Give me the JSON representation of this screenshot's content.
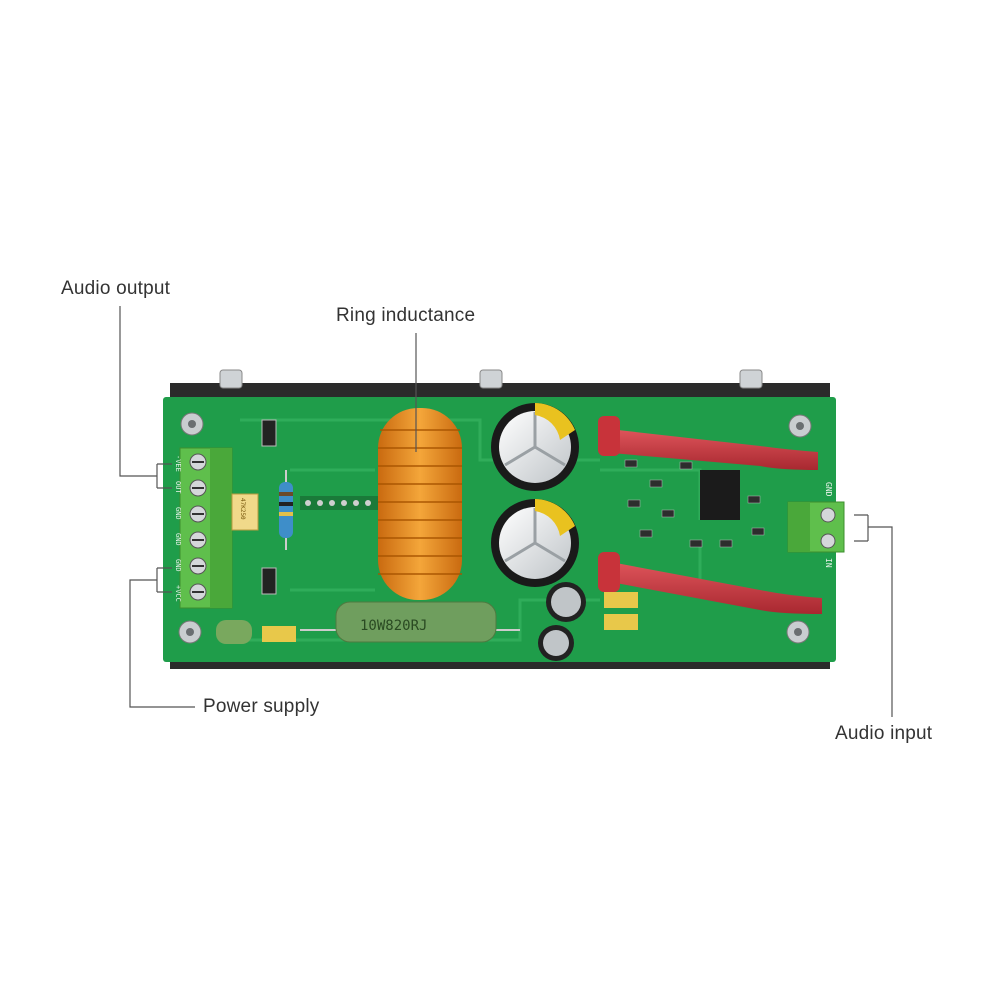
{
  "callouts": {
    "audio_output": "Audio output",
    "ring_inductance": "Ring inductance",
    "power_supply": "Power supply",
    "audio_input": "Audio input"
  },
  "board_silkscreen": {
    "left_terminals": [
      "-VEE",
      "OUT",
      "GND",
      "GND",
      "GND",
      "+VCC"
    ],
    "right_terminals": [
      "GND",
      "IN"
    ],
    "resistor_marking": "10W820RJ",
    "capacitor_marking": "47K250"
  },
  "colors": {
    "pcb": "#1f9d4a",
    "heatsink": "#2a2a2a",
    "terminal": "#5fbf4c",
    "inductor": "#e9891c",
    "sleeve": "#c8333a",
    "leader_line": "#555555"
  }
}
